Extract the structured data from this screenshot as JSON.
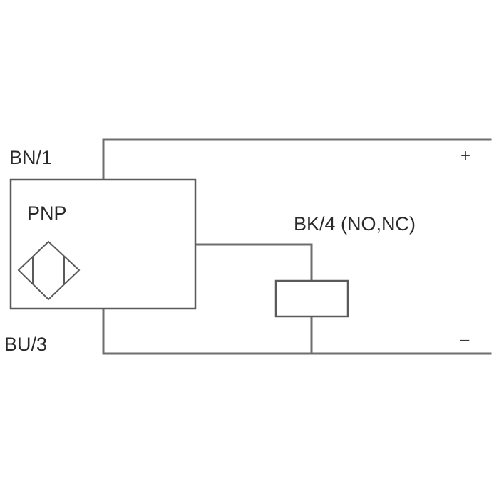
{
  "diagram": {
    "sensor_type_label": "PNP",
    "terminals": {
      "brown": "BN/1",
      "blue": "BU/3",
      "black": "BK/4 (NO,NC)"
    },
    "supply": {
      "positive": "+",
      "negative": "–"
    },
    "icons": {
      "sensor_symbol": "inductive-proximity-sensor-symbol",
      "load": "load-resistor"
    }
  }
}
